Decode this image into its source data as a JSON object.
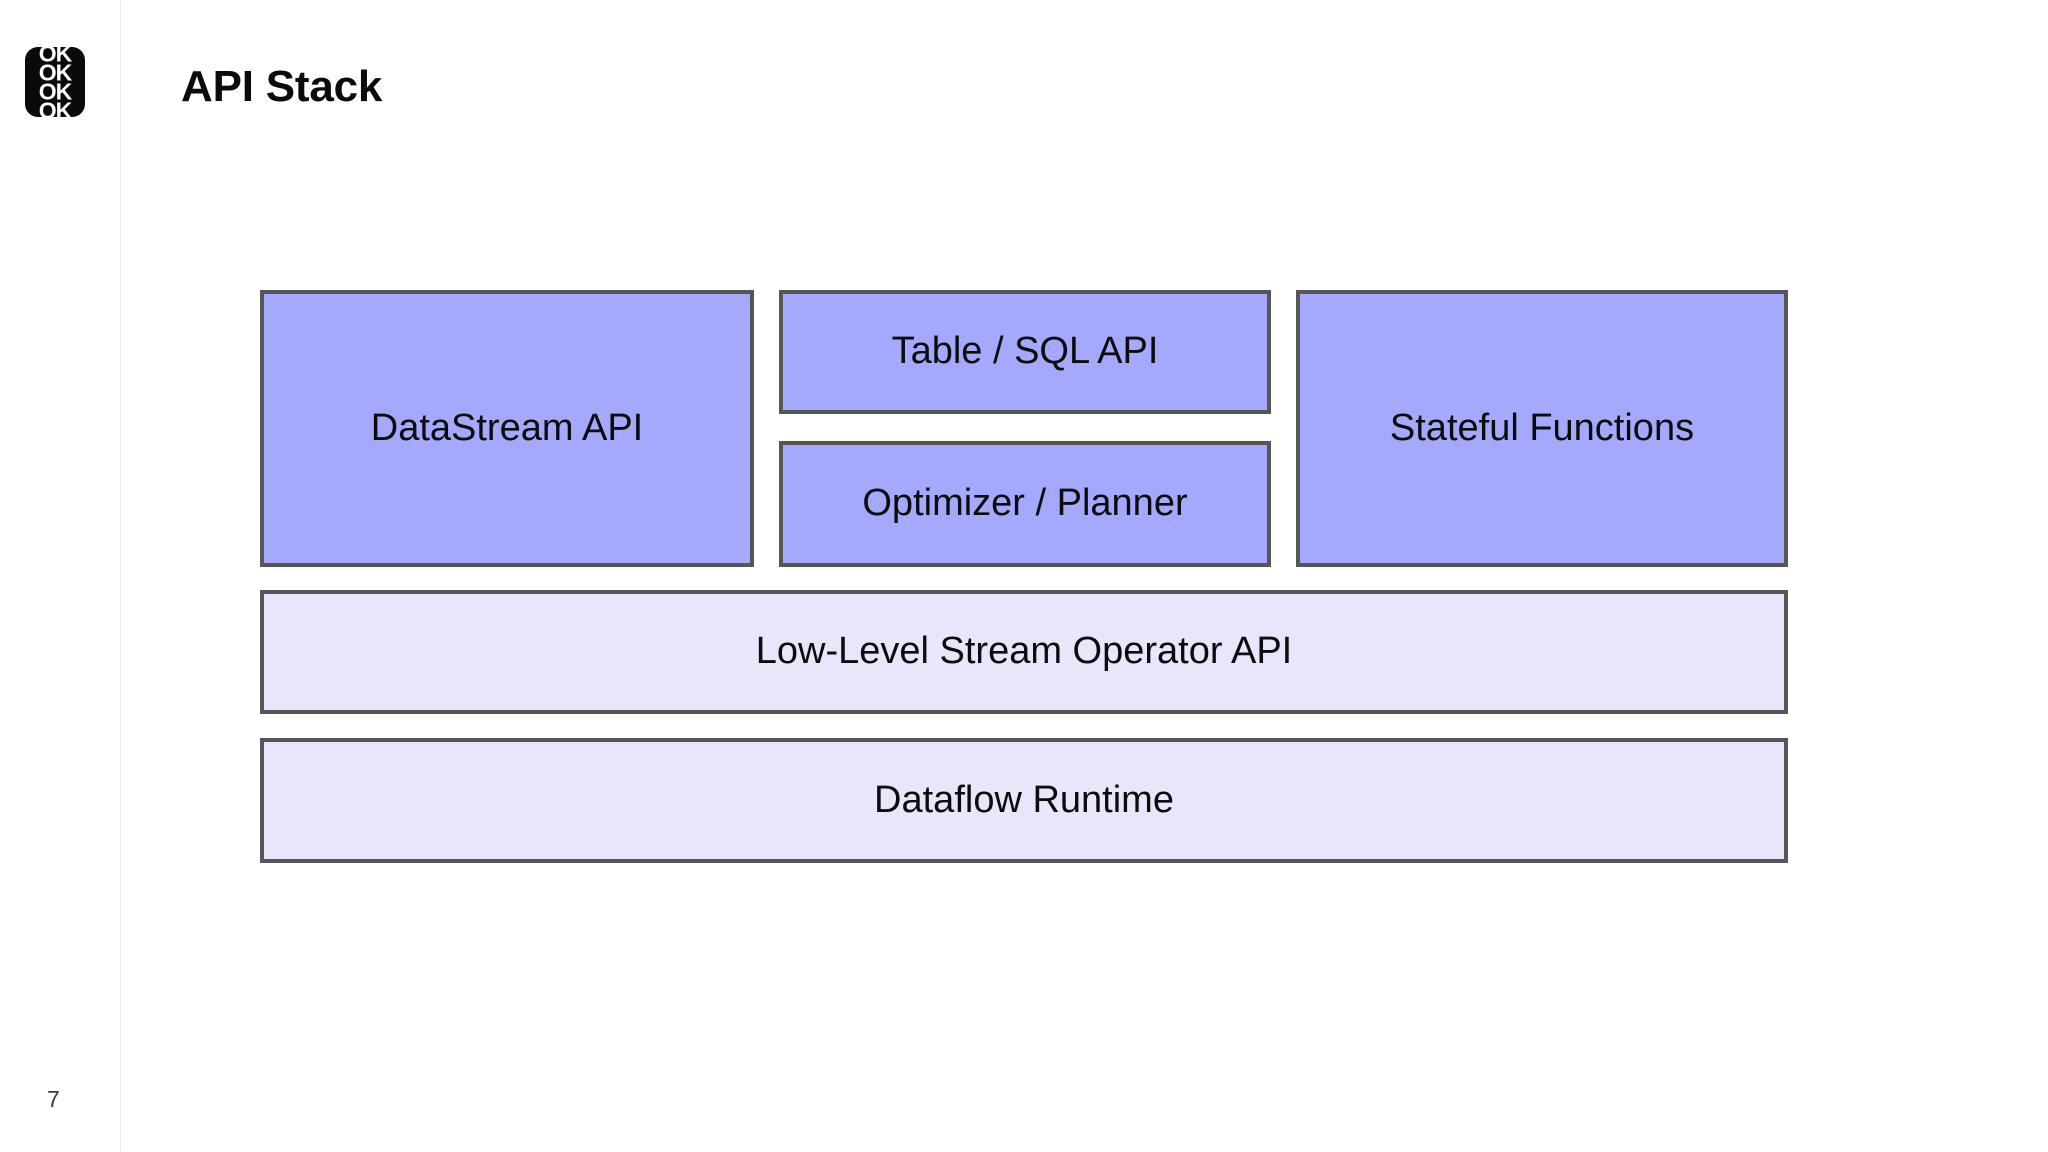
{
  "slide": {
    "title": "API Stack",
    "page_number": "7",
    "background_color": "#ffffff"
  },
  "logo": {
    "name": "ok-logo",
    "mark_text": [
      "OK",
      "OK",
      "OK",
      "OK"
    ],
    "background_color": "#0a0a0a",
    "foreground_color": "#ffffff"
  },
  "colors": {
    "primary_fill": "#a4a9fd",
    "secondary_fill": "#e9e6fb",
    "box_border": "#565656",
    "text": "#0c0c0c",
    "divider": "#ececec"
  },
  "diagram": {
    "type": "layered-stack",
    "layers": [
      {
        "row": 1,
        "boxes": [
          {
            "id": "datastream-api",
            "label": "DataStream API",
            "fill": "primary"
          },
          {
            "id": "table-sql-api",
            "label": "Table / SQL API",
            "fill": "primary"
          },
          {
            "id": "optimizer-planner",
            "label": "Optimizer / Planner",
            "fill": "primary"
          },
          {
            "id": "stateful-functions",
            "label": "Stateful Functions",
            "fill": "primary"
          }
        ]
      },
      {
        "row": 2,
        "boxes": [
          {
            "id": "low-level-stream-operator-api",
            "label": "Low-Level Stream Operator API",
            "fill": "secondary"
          }
        ]
      },
      {
        "row": 3,
        "boxes": [
          {
            "id": "dataflow-runtime",
            "label": "Dataflow Runtime",
            "fill": "secondary"
          }
        ]
      }
    ]
  }
}
